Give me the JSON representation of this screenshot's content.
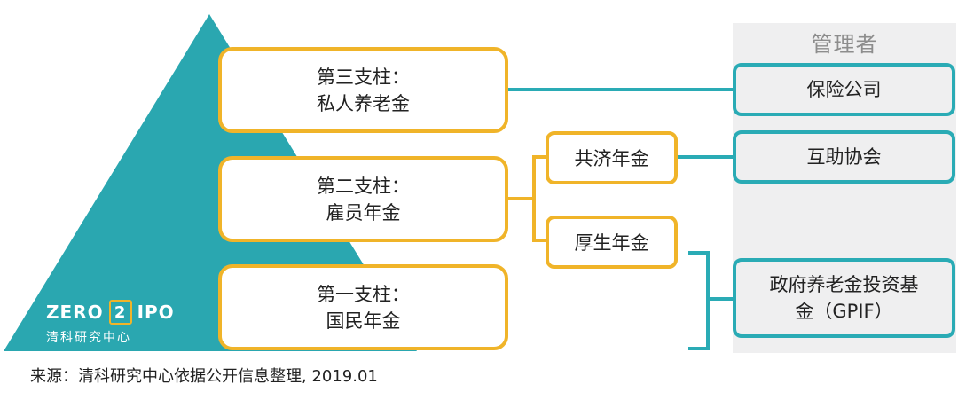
{
  "colors": {
    "triangle": "#2aa7b0",
    "pillar_border": "#f0b429",
    "manager_border": "#2aabb5",
    "manager_panel": "#efeff0"
  },
  "manager_header": "管理者",
  "pillars": [
    {
      "line1": "第三支柱：",
      "line2": "私人养老金"
    },
    {
      "line1": "第二支柱：",
      "line2": "雇员年金"
    },
    {
      "line1": "第一支柱：",
      "line2": "国民年金"
    }
  ],
  "plans": [
    "共济年金",
    "厚生年金"
  ],
  "managers": [
    {
      "line1": "保险公司",
      "line2": ""
    },
    {
      "line1": "互助协会",
      "line2": ""
    },
    {
      "line1": "政府养老金投资基",
      "line2": "金（GPIF）"
    }
  ],
  "logo": {
    "left": "ZERO",
    "mid": "2",
    "right": "IPO",
    "sub": "清科研究中心"
  },
  "source": "来源：清科研究中心依据公开信息整理, 2019.01"
}
